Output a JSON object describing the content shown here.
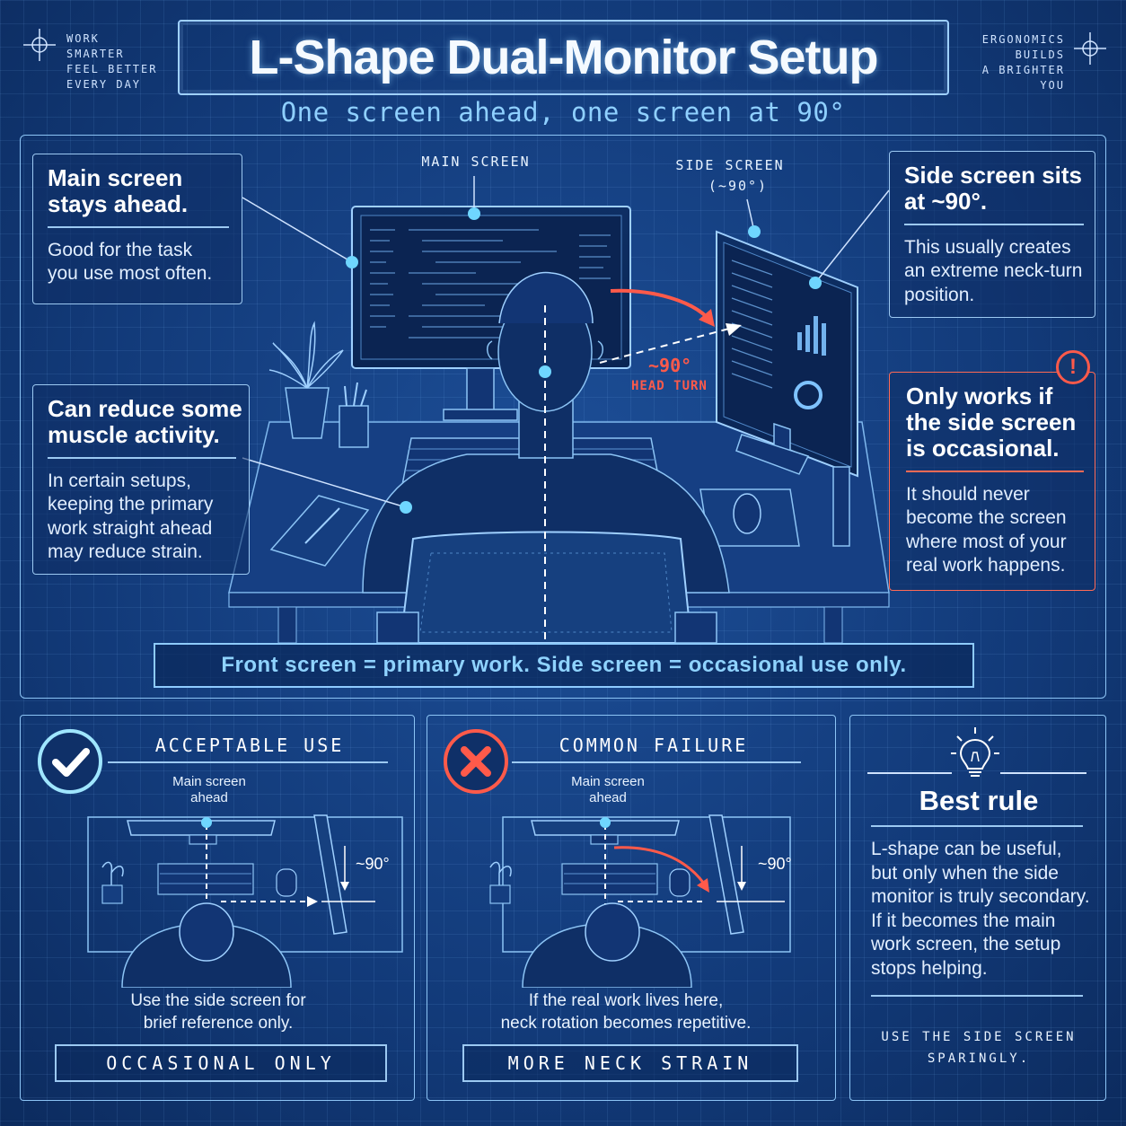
{
  "corners": {
    "left": [
      "WORK",
      "SMARTER",
      "FEEL BETTER",
      "EVERY DAY"
    ],
    "right": [
      "ERGONOMICS",
      "BUILDS",
      "A BRIGHTER",
      "YOU"
    ]
  },
  "header": {
    "title": "L-Shape Dual-Monitor Setup",
    "subtitle": "One screen ahead, one screen at 90°"
  },
  "scene": {
    "main_screen_label": "MAIN SCREEN",
    "side_screen_label": "SIDE SCREEN",
    "side_screen_angle": "(~90°)",
    "turn_angle": "~90°",
    "turn_label": "HEAD TURN"
  },
  "notes": {
    "main": {
      "title_line1": "Main screen",
      "title_line2": "stays ahead.",
      "body_line1": "Good for the task",
      "body_line2": "you use most often."
    },
    "muscle": {
      "title_line1": "Can reduce some",
      "title_line2": "muscle activity.",
      "body_line1": "In certain setups,",
      "body_line2": "keeping the primary",
      "body_line3": "work straight ahead",
      "body_line4": "may reduce strain."
    },
    "side": {
      "title_line1": "Side screen sits",
      "title_line2": "at ~90°.",
      "body_line1": "This usually creates",
      "body_line2": "an extreme neck-turn",
      "body_line3": "position."
    },
    "warning": {
      "icon": "!",
      "title_line1": "Only works if",
      "title_line2": "the side screen",
      "title_line3": "is occasional.",
      "body_line1": "It should never",
      "body_line2": "become the screen",
      "body_line3": "where most of your",
      "body_line4": "real work happens."
    }
  },
  "banner": "Front screen = primary work. Side screen = occasional use only.",
  "panels": {
    "acceptable": {
      "heading": "ACCEPTABLE USE",
      "main_label_line1": "Main screen",
      "main_label_line2": "ahead",
      "angle": "~90°",
      "caption_line1": "Use the side screen for",
      "caption_line2": "brief reference only.",
      "button": "OCCASIONAL ONLY"
    },
    "failure": {
      "heading": "COMMON FAILURE",
      "main_label_line1": "Main screen",
      "main_label_line2": "ahead",
      "angle": "~90°",
      "caption_line1": "If the real work lives here,",
      "caption_line2": "neck rotation becomes repetitive.",
      "button": "MORE NECK STRAIN"
    },
    "best": {
      "title": "Best rule",
      "body_line1": "L-shape can be useful,",
      "body_line2": "but only when the side",
      "body_line3": "monitor is truly secondary.",
      "body_line4": "If it becomes the main",
      "body_line5": "work screen, the setup",
      "body_line6": "stops helping.",
      "footer_line1": "USE THE SIDE SCREEN",
      "footer_line2": "SPARINGLY."
    }
  },
  "colors": {
    "background": "#123a79",
    "accent": "#8fd0ff",
    "warning": "#ff5a4a",
    "check": "#9fe6ff"
  }
}
